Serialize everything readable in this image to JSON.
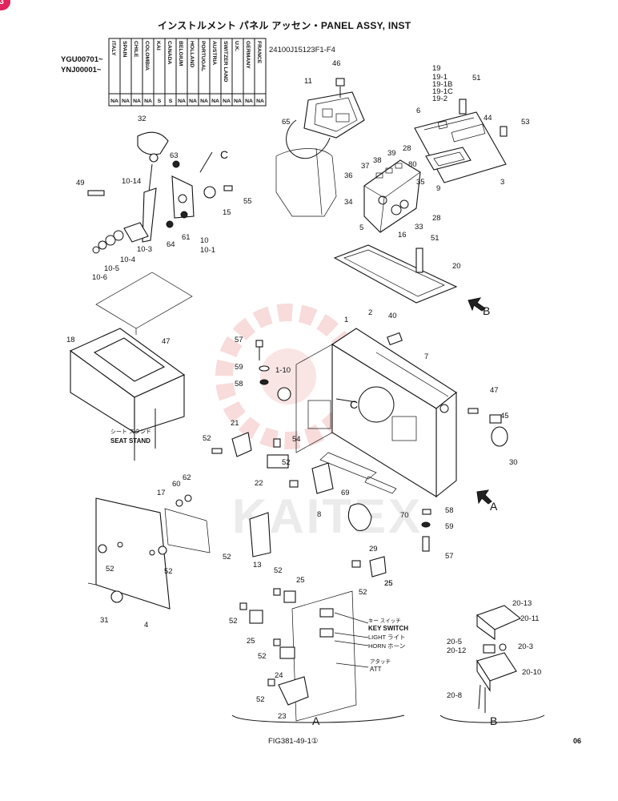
{
  "badge": "3",
  "header": {
    "title": "インストルメント パネル アッセン・PANEL ASSY, INST",
    "part_code": "24100J15123F1-F4",
    "serials": [
      "YGU00701~",
      "YNJ00001~"
    ],
    "countries": [
      "ITALY",
      "SPAIN",
      "CHILE",
      "COLOMBIA",
      "KAI",
      "CANADA",
      "BELGIUM",
      "HOLLAND",
      "PORTUGAL",
      "AUSTRIA",
      "SWITZER LAND",
      "U.K.",
      "GERMANY",
      "FRANCE"
    ],
    "codes": [
      "NA",
      "NA",
      "NA",
      "NA",
      "S",
      "S",
      "NA",
      "NA",
      "NA",
      "NA",
      "NA",
      "NA",
      "NA",
      "NA"
    ]
  },
  "labels": {
    "seat_stand_jp": "シート スタンド",
    "seat_stand": "SEAT STAND",
    "key_switch_jp": "キー スイッチ",
    "key_switch": "KEY SWITCH",
    "light": "LIGHT ライト",
    "horn": "HORN ホーン",
    "att_jp": "アタッチ",
    "att": "ATT",
    "view_a": "A",
    "view_b": "B",
    "detail_c": "C",
    "figure": "FIG381-49-1①",
    "page": "06",
    "watermark": "KAITEX"
  },
  "callouts": [
    "46",
    "11",
    "65",
    "19",
    "19-1",
    "19-1B",
    "19-1C",
    "19-2",
    "51",
    "6",
    "44",
    "53",
    "28",
    "3",
    "9",
    "39",
    "38",
    "37",
    "80",
    "36",
    "35",
    "34",
    "5",
    "16",
    "33",
    "32",
    "63",
    "49",
    "10-14",
    "55",
    "15",
    "10",
    "10-1",
    "61",
    "64",
    "10-3",
    "10-4",
    "10-5",
    "10-6",
    "2",
    "20",
    "1",
    "40",
    "7",
    "18",
    "47",
    "57",
    "59",
    "58",
    "1-10",
    "45",
    "30",
    "21",
    "54",
    "22",
    "69",
    "8",
    "70",
    "62",
    "60",
    "17",
    "13",
    "29",
    "25",
    "4",
    "31",
    "24",
    "23",
    "20-13",
    "20-11",
    "20-5",
    "20-12",
    "20-3",
    "20-10",
    "20-8"
  ]
}
